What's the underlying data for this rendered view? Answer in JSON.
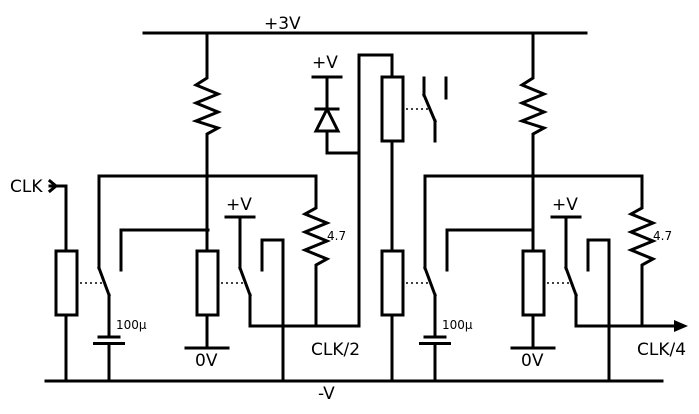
{
  "labels": {
    "supply_top": "+3V",
    "clk_in": "CLK",
    "plus_v_1": "+V",
    "plus_v_2": "+V",
    "plus_v_3": "+V",
    "res_value_1": "4.7",
    "res_value_2": "4.7",
    "cap_value_1": "100µ",
    "cap_value_2": "100µ",
    "ground_1": "0V",
    "ground_2": "0V",
    "clk_half": "CLK/2",
    "clk_quarter": "CLK/4",
    "supply_bottom": "-V"
  }
}
